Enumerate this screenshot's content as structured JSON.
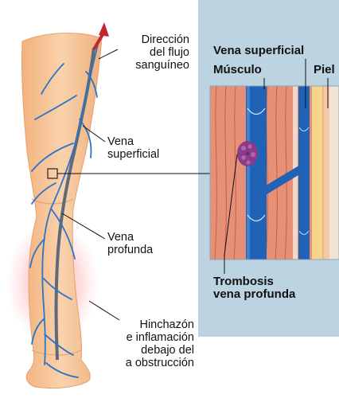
{
  "labels": {
    "flow_direction": [
      "Dirección",
      "del flujo",
      "sanguíneo"
    ],
    "superficial_vein_leg": [
      "Vena",
      "superficial"
    ],
    "deep_vein_leg": [
      "Vena",
      "profunda"
    ],
    "swelling": [
      "Hinchazón",
      "e inflamación",
      "debajo del",
      "a obstrucción"
    ],
    "superficial_vein_inset": "Vena superficial",
    "muscle": "Músculo",
    "skin": "Piel",
    "thrombosis": [
      "Trombosis",
      "vena profunda"
    ]
  },
  "colors": {
    "panel_background": "#bcd3e1",
    "vein_blue": "#1f62b6",
    "vein_dark": "#174a8c",
    "muscle_red": "#e0806a",
    "skin_tone": "#f6c49a",
    "clot_purple": "#8a3b8a",
    "inflammation_red": "#ff8a8a",
    "flow_arrow_red": "#c3262b"
  }
}
